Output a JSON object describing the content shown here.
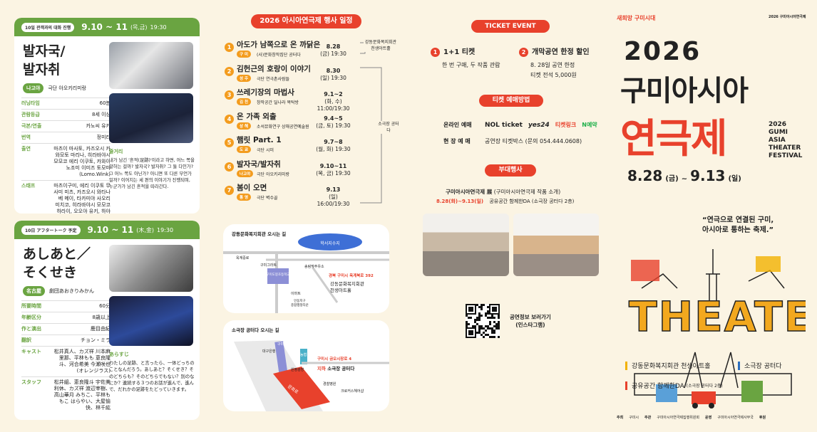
{
  "show1": {
    "tag": "10일 관객과의 대화 진행",
    "date": "9.10 ~ 11",
    "days": "(목,금)",
    "time": "19:30",
    "title_l1": "발자국/",
    "title_l2": "발자취",
    "company_pill": "나고야",
    "company": "극단 아오키리미랑",
    "info": [
      {
        "k": "러닝타임",
        "v": "60분"
      },
      {
        "k": "관람등급",
        "v": "8세 이상"
      },
      {
        "k": "극본/연출",
        "v": "카노씨 유키"
      },
      {
        "k": "번역",
        "v": "정미라"
      },
      {
        "k": "출연",
        "v": "마츠이 마사토, 카즈오시 카와모토 마리나, 히라바야시 모모코 에리 이쿠토, 카와이 노조미 이미즈 토모미(Lomo.Wink)"
      },
      {
        "k": "스태프",
        "v": "마츠이구미, 에리 이쿠토 무사미 미츠, 카즈오시 와타나베 메이, 타카미야 사오리 미치코, 히라바야시 모모코 하라이, 오오야 유키, 하야시 치히로"
      }
    ],
    "synopsis_head": "줄거리",
    "synopsis": "내가 남긴 '흔적(足跡)'이라고 하면, 어느 쪽을 말하는 걸까? 발자국? 발자취? 그 둘 다인가? 그 어느 쪽도 아닌가? 아니면 또 다른 무언가일까? 이어지는 세 편의 이야기가 진행되며, 누군가가 남긴 흔적을 따라간다."
  },
  "show2": {
    "tag": "10日 アフタートーク 予定",
    "date": "9.10 ~ 11",
    "days": "(木,金)",
    "time": "19:30",
    "title_l1": "あしあと／",
    "title_l2": "そくせき",
    "company_pill": "名古屋",
    "company": "劇団あおきりみかん",
    "info": [
      {
        "k": "所要時間",
        "v": "60分"
      },
      {
        "k": "年齢区分",
        "v": "8歳以上"
      },
      {
        "k": "作と演出",
        "v": "鹿目由紀"
      },
      {
        "k": "翻訳",
        "v": "チョン・ミラ"
      },
      {
        "k": "キャスト",
        "v": "松井真人、カズ祥 川本麻里那、平林もも 恵良隆斗、河合希美 今瀬咲也(オレンジラス)"
      },
      {
        "k": "スタッフ",
        "v": "松井組、恵良隆斗 宇佐美利休、カズ祥 渡辺宰樹、高山華月 みちこ、平林ももこ はらやい、大屋愉快、林千紘"
      }
    ],
    "synopsis_head": "あらすじ",
    "synopsis": "わたしの足跡、と言ったら、一体どっちのことなんだろう。あしあと？そくせき？そのどちらも？そのどちらでもない？別のなにか？連続する３つのお話が進んで、進んで、だれかの足跡をたどっていきます。"
  },
  "schedule": {
    "header": "2026 아시아연극제 행사 일정",
    "items": [
      {
        "n": "1",
        "title": "아도가 남쪽으로 온 까닭은",
        "badge": "구 미",
        "venue": "(사)문화창작집단 공터다",
        "date": "8.28",
        "sub": "(금) 19:30"
      },
      {
        "n": "2",
        "title": "김헌근의 호랑이 이야기",
        "badge": "성 주",
        "venue": "극단 연극촌사람들",
        "date": "8.30",
        "sub": "(일) 19:30"
      },
      {
        "n": "3",
        "title": "쓰레기장의 마법사",
        "badge": "김 천",
        "venue": "창작공간 딜나라 목탁방",
        "date": "9.1~2",
        "sub": "(화, 수) 11:00/19:30"
      },
      {
        "n": "4",
        "title": "온 가족 외출",
        "badge": "상 해",
        "venue": "소석뮤화연구 상해공연예술원",
        "date": "9.4~5",
        "sub": "(금, 토) 19:30"
      },
      {
        "n": "5",
        "title": "햄릿 Part. 1",
        "badge": "도 쿄",
        "venue": "극단 시미",
        "date": "9.7~8",
        "sub": "(월, 화) 19:30"
      },
      {
        "n": "6",
        "title": "발자국/발자취",
        "badge": "나고야",
        "venue": "극단 아오키리미랑",
        "date": "9.10~11",
        "sub": "(목, 금) 19:30"
      },
      {
        "n": "7",
        "title": "봄이 오면",
        "badge": "통 영",
        "venue": "극단 벽수골",
        "date": "9.13",
        "sub": "(일) 16:00/19:30"
      }
    ],
    "bracket1": "강동문화복지회관 천생아트홀",
    "bracket2": "소극장 공터다"
  },
  "map1": {
    "title": "강동문화복지회관 오시는 길",
    "landmark": "학서지수지",
    "road1": "옥계중로",
    "road2": "구미그라트",
    "school": "구미도봉초등학교",
    "junction": "송림막주유소",
    "address": "경북 구미시 옥계북로 392",
    "hall_l1": "강동문화복지회관",
    "hall_l2": "천생아트홀",
    "mart": "이마트",
    "stop_l1": "인동지구",
    "stop_l2": "종합행정타운"
  },
  "map2": {
    "title": "소극장 공터다 오시는 길",
    "label_a": "대구은행",
    "label_b": "구미역",
    "label_c": "농협",
    "label_d": "원평광장",
    "label_e": "문화로",
    "address": "구미시 금오시장로 4",
    "venue_pre": "지하",
    "venue": "소극장 공터다",
    "label_f": "경찰병원",
    "label_g": "크로커스헤어샵"
  },
  "ticket": {
    "header": "TICKET EVENT",
    "e1_num": "1",
    "e1_title": "1+1 티켓",
    "e1_desc": "한 번 구매, 두 작품 관람",
    "e2_num": "2",
    "e2_title": "개막공연 한정 할인",
    "e2_desc1": "8. 28일 공연 한정",
    "e2_desc2": "티켓 전석 5,000원",
    "how_header": "티켓 예매방법",
    "online_label": "온라인 예매",
    "vendors": [
      "NOL ticket",
      "yes24",
      "티켓링크",
      "N예약"
    ],
    "onsite_label": "현 장 예 매",
    "onsite_value": "공연장 티켓박스 (문의 054.444.0608)",
    "side_header": "부대행사",
    "exhibit_title": "구미아시아연극제 展",
    "exhibit_sub": "(구미아시아연극제 작품 소개)",
    "exhibit_date": "8.28(화)~9.13(일)",
    "exhibit_place": "공유공간 함께한DA (소극장 공터다 2층)",
    "qr_text1": "공연정보 보러가기",
    "qr_text2": "(인스타그램)"
  },
  "brand": {
    "logo1": "새희망 구미시대",
    "logo2": "2026 구미아시아연극제",
    "year": "2026",
    "title1": "구미아시아",
    "title2": "연극제",
    "side_en": [
      "2026",
      "GUMI",
      "ASIA",
      "THEATER",
      "FESTIVAL"
    ],
    "start": "8.28",
    "start_day": "(금)",
    "sep": "~",
    "end": "9.13",
    "end_day": "(일)",
    "quote1": "“연극으로 연결된 구미,",
    "quote2": "아시아로 통하는 축제.”",
    "theater_word": "THEATER",
    "venues": [
      {
        "name": "강동문화복지회관 천생아트홀",
        "color": "#f2b200"
      },
      {
        "name": "소극장 공터다",
        "color": "#2c6fbf"
      },
      {
        "name": "공유공간 함께한DA",
        "note": "(소극장 공터다 2층)",
        "color": "#e8412c"
      }
    ],
    "footer": [
      "주최",
      "구미시",
      "주관",
      "구미아시아연극제집행위원회",
      "운영",
      "구미아시아연극제사무국",
      "후원"
    ]
  },
  "colors": {
    "green": "#6aa441",
    "orange": "#f39c1e",
    "red": "#e8412c",
    "bg": "#fbf4e3"
  }
}
